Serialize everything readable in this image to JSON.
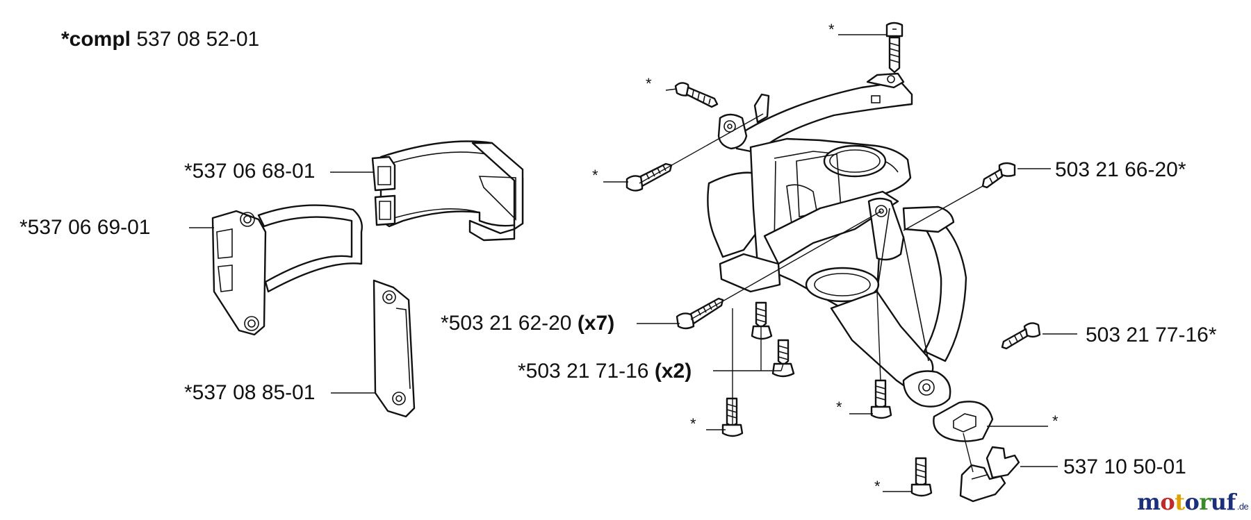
{
  "title": {
    "prefix": "*compl",
    "number": "537 08 52-01"
  },
  "labels": {
    "l1": "*537 06 68-01",
    "l2": "*537 06 69-01",
    "l3": "*537 08 85-01",
    "l4_num": "*503 21 62-20",
    "l4_qty": "(x7)",
    "l5_num": "*503 21 71-16",
    "l5_qty": "(x2)",
    "l6": "503 21 66-20*",
    "l7": "503 21 77-16*",
    "l8": "537 10 50-01"
  },
  "asterisk": "*",
  "logo": {
    "letters": [
      "m",
      "o",
      "t",
      "o",
      "r",
      "u",
      "f"
    ],
    "tld": ".de",
    "colors": [
      "#1b2f7a",
      "#c22a2a",
      "#e0a000",
      "#1b2f7a",
      "#3a8a2a",
      "#1b2f7a",
      "#1b2f7a"
    ]
  }
}
